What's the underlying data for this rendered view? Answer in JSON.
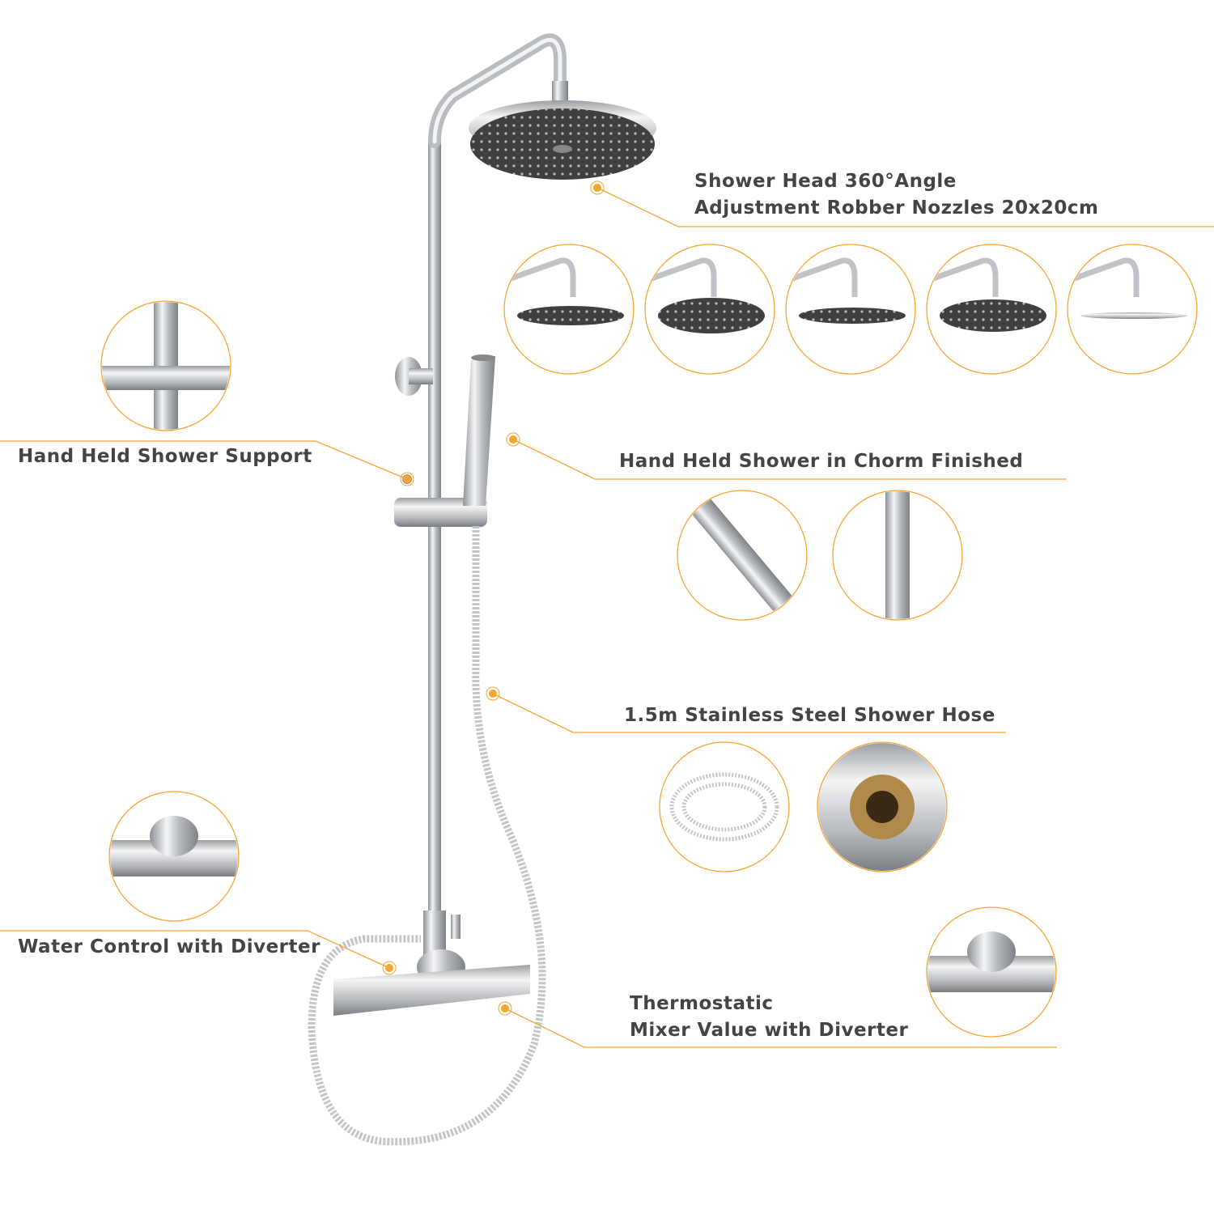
{
  "colors": {
    "accent": "#f7a531",
    "text": "#444444",
    "chrome": "#c9ccd0",
    "nozzle_plate": "#3f3f3f"
  },
  "callouts": {
    "shower_head": {
      "line1": "Shower Head 360°Angle",
      "line2": "Adjustment Robber Nozzles 20x20cm"
    },
    "support": {
      "label": "Hand Held Shower Support"
    },
    "hand_shower": {
      "label": "Hand Held Shower in Chorm Finished"
    },
    "hose": {
      "label": "1.5m Stainless Steel Shower Hose"
    },
    "water_control": {
      "label": "Water Control with Diverter"
    },
    "thermostatic": {
      "line1": "Thermostatic",
      "line2": "Mixer Value with Diverter"
    }
  },
  "detail_icons": [
    "shower-head-angle-view",
    "shower-head-tilt-view",
    "shower-head-side-view",
    "shower-head-top-view",
    "shower-head-flat-view",
    "support-bracket-detail",
    "hand-shower-connector-detail",
    "hand-shower-nozzle-detail",
    "hose-coil-detail",
    "hose-fitting-detail",
    "diverter-detail",
    "mixer-valve-detail"
  ]
}
